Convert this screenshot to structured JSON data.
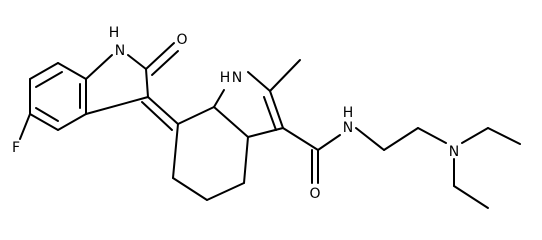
{
  "colors": {
    "bond": "#000000",
    "label": "#000000",
    "background": "#ffffff"
  },
  "atom_labels": {
    "oxindole_nh": "H",
    "oxindole_nh_n": "N",
    "carbonyl_o_top": "O",
    "fluorine": "F",
    "pyrrole_hn_h": "H",
    "pyrrole_hn_n": "N",
    "amide_nh_n": "N",
    "amide_nh_h": "H",
    "amide_o": "O",
    "amine_n": "N"
  }
}
